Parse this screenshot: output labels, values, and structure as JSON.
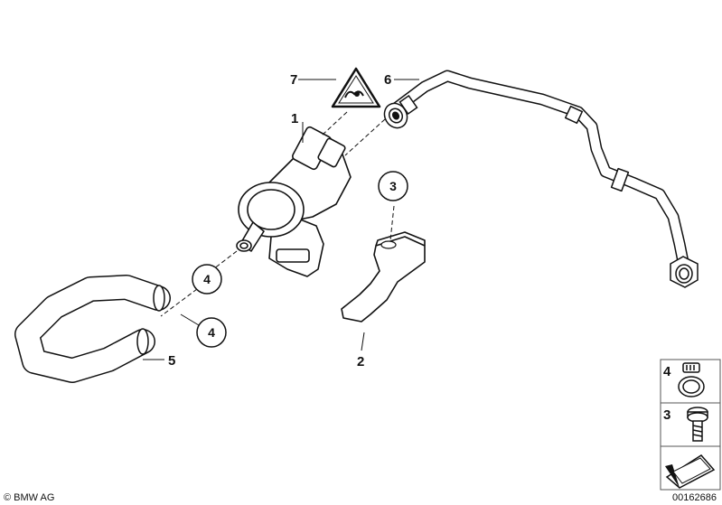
{
  "callouts": {
    "part_1": "1",
    "part_2": "2",
    "part_3": "3",
    "part_4_upper": "4",
    "part_4_lower": "4",
    "part_5": "5",
    "part_6": "6",
    "part_7": "7"
  },
  "legend": {
    "item_clamp": "4",
    "item_screw": "3"
  },
  "footer": {
    "copyright": "© BMW AG",
    "diagram_number": "00162686"
  },
  "icons": [
    "warning-label-icon",
    "hose-clamp-icon",
    "screw-icon",
    "arrow-icon"
  ]
}
